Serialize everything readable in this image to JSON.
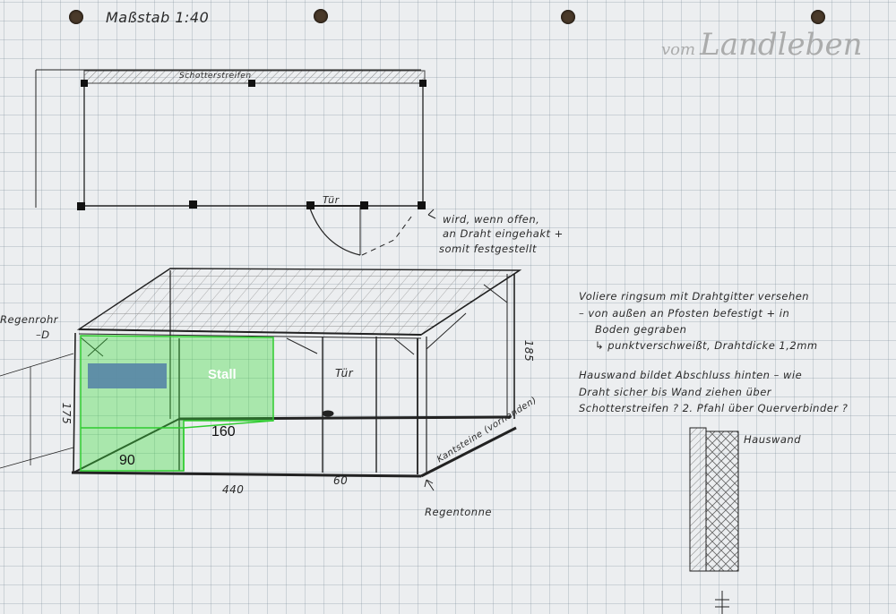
{
  "scale_label": "Maßstab 1:40",
  "logo": {
    "small": "vom",
    "large": "Landleben"
  },
  "plan": {
    "strip_label": "Schotterstreifen",
    "door_label": "Tür",
    "door_note": [
      "wird, wenn offen,",
      "an Draht eingehakt +",
      "somit festgestellt"
    ]
  },
  "perspective": {
    "gutter_label": "Regenrohr",
    "gutter_arrow": "–D",
    "stall_label": "Stall",
    "door_label": "Tür",
    "dim_height_left": "175",
    "dim_height_right": "185",
    "dim_width": "440",
    "dim_side": "60",
    "dim_stall_width": "90",
    "dim_stall_depth": "160",
    "curb_label": "Kantsteine (vorhanden)",
    "barrel_label": "Regentonne"
  },
  "notes": [
    "Voliere ringsum mit Drahtgitter versehen",
    "– von außen an Pfosten befestigt + in",
    "Boden gegraben",
    "↳ punktverschweißt, Drahtdicke 1,2mm",
    "Hauswand bildet Abschluss hinten – wie",
    "Draht sicher bis Wand ziehen über",
    "Schotterstreifen ?  2. Pfahl über Querverbinder ?"
  ],
  "wall_label": "Hauswand",
  "colors": {
    "stall_overlay": "#3ddc3d",
    "stall_window": "#5b8aa6",
    "ink": "#2a2a2a",
    "paper": "#eceef0"
  }
}
